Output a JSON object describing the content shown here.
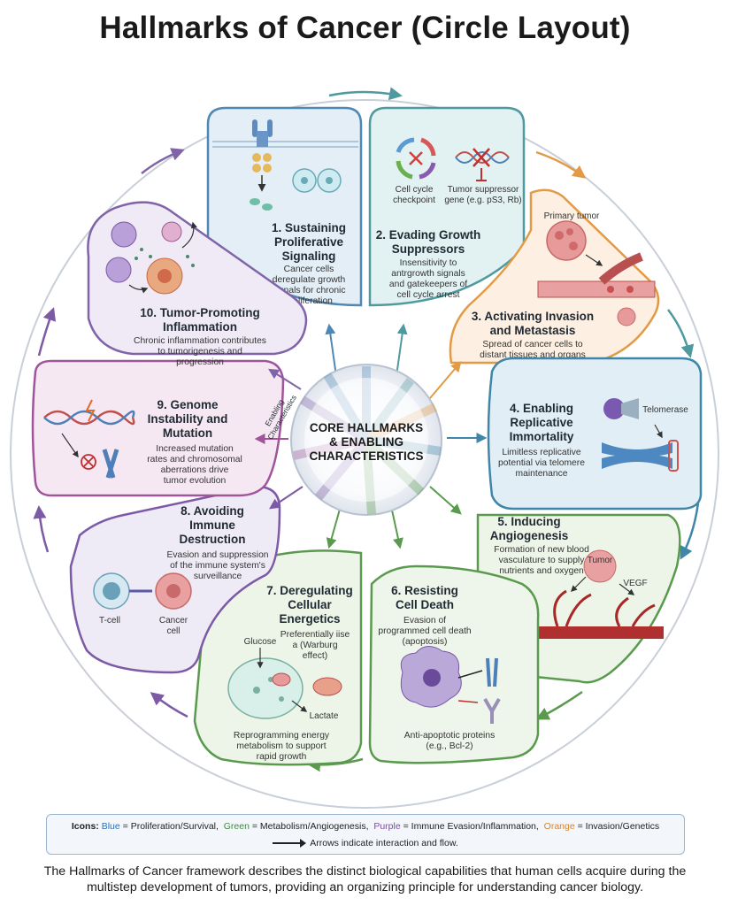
{
  "title": "Hallmarks of Cancer (Circle Layout)",
  "core": {
    "line1": "CORE HALLMARKS",
    "line2": "& ENABLING",
    "line3": "CHARACTERISTICS"
  },
  "enabling_label": {
    "line1": "Enabling",
    "line2": "Characteristics"
  },
  "segments": [
    {
      "n": 1,
      "color": "#4e88b5",
      "fill": "#e3eef7",
      "title": [
        "1. Sustaining",
        "Proliferative",
        "Signaling"
      ],
      "desc": [
        "Cancer cells",
        "deregulate growth",
        "signals for chronic",
        "proliferation"
      ]
    },
    {
      "n": 2,
      "color": "#4f9aa0",
      "fill": "#e2f1f1",
      "title": [
        "2. Evading Growth",
        "Suppressors"
      ],
      "desc": [
        "Insensitivity to",
        "antrgrowth signals",
        "and gatekeepers of",
        "cell cycle arrest"
      ],
      "labels": {
        "cycle": [
          "Cell cycle",
          "checkpoint"
        ],
        "gene": [
          "Tumor suppressor",
          "gene (e.g. pS3, Rb)"
        ]
      }
    },
    {
      "n": 3,
      "color": "#e39a45",
      "fill": "#fdf0e2",
      "title": [
        "3. Activating Invasion",
        "and Metastasis"
      ],
      "desc": [
        "Spread of cancer cells to",
        "distant tissues and organs"
      ],
      "labels": {
        "primary": "Primary tumor"
      }
    },
    {
      "n": 4,
      "color": "#3f86a8",
      "fill": "#e1eef5",
      "title": [
        "4. Enabling",
        "Replicative",
        "Immortality"
      ],
      "desc": [
        "Limitless replicative",
        "potential via telomere",
        "maintenance"
      ],
      "labels": {
        "telomerase": "Telomerase"
      }
    },
    {
      "n": 5,
      "color": "#5a9a4e",
      "fill": "#edf5e8",
      "title": [
        "5. Inducing",
        "Angiogenesis"
      ],
      "desc": [
        "Formation of new blood",
        "vasculature to supply",
        "nutrients and oxygen"
      ],
      "labels": {
        "tumor": "Tumor",
        "vegf": "VEGF"
      }
    },
    {
      "n": 6,
      "color": "#5a9a4e",
      "fill": "#eef5ea",
      "title": [
        "6. Resisting",
        "Cell Death"
      ],
      "desc": [
        "Evasion of",
        "programmed cell death",
        "(apoptosis)"
      ],
      "labels": {
        "bcl": [
          "Anti-apoptotic proteins",
          "(e.g., Bcl-2)"
        ]
      }
    },
    {
      "n": 7,
      "color": "#5a9a4e",
      "fill": "#edf5e8",
      "title": [
        "7. Deregulating",
        "Cellular",
        "Energetics"
      ],
      "desc": [
        "Preferentially iise",
        "a (Warburg",
        "effect)"
      ],
      "labels": {
        "glucose": "Glucose",
        "lactate": "Lactate",
        "bottom": [
          "Reprogramming energy",
          "metabolism to support",
          "rapid growth"
        ]
      }
    },
    {
      "n": 8,
      "color": "#7c5aa6",
      "fill": "#eeeaf6",
      "title": [
        "8. Avoiding",
        "Immune",
        "Destruction"
      ],
      "desc": [
        "Evasion and suppression",
        "of the immune system's",
        "surveillance"
      ],
      "labels": {
        "tcell": "T-cell",
        "cancer": [
          "Cancer",
          "cell"
        ]
      }
    },
    {
      "n": 9,
      "color": "#a0549a",
      "fill": "#f6e8f3",
      "title": [
        "9. Genome",
        "Instability and",
        "Mutation"
      ],
      "desc": [
        "Increased mutation",
        "rates and chromosomal",
        "aberrations drive",
        "tumor evolution"
      ]
    },
    {
      "n": 10,
      "color": "#8064a8",
      "fill": "#efeaf6",
      "title": [
        "10. Tumor-Promoting",
        "Inflammation"
      ],
      "desc": [
        "Chronic inflammation contributes",
        "to tumorigenesis and",
        "progression"
      ]
    }
  ],
  "legend": {
    "prefix": "Icons:",
    "blue": "Blue",
    "blue_text": " = Proliferation/Survival,",
    "green": "Green",
    "green_text": " = Metabolism/Angiogenesis,",
    "purple": "Purple",
    "purple_text": " = Immune Evasion/Inflammation,",
    "orange": "Orange",
    "orange_text": " = Invasion/Genetics",
    "arrow_text": "Arrows indicate interaction and flow."
  },
  "caption": "The Hallmarks of Cancer framework describes the distinct biological capabilities that human cells acquire during the multistep development of tumors, providing an organizing principle for understanding cancer biology."
}
